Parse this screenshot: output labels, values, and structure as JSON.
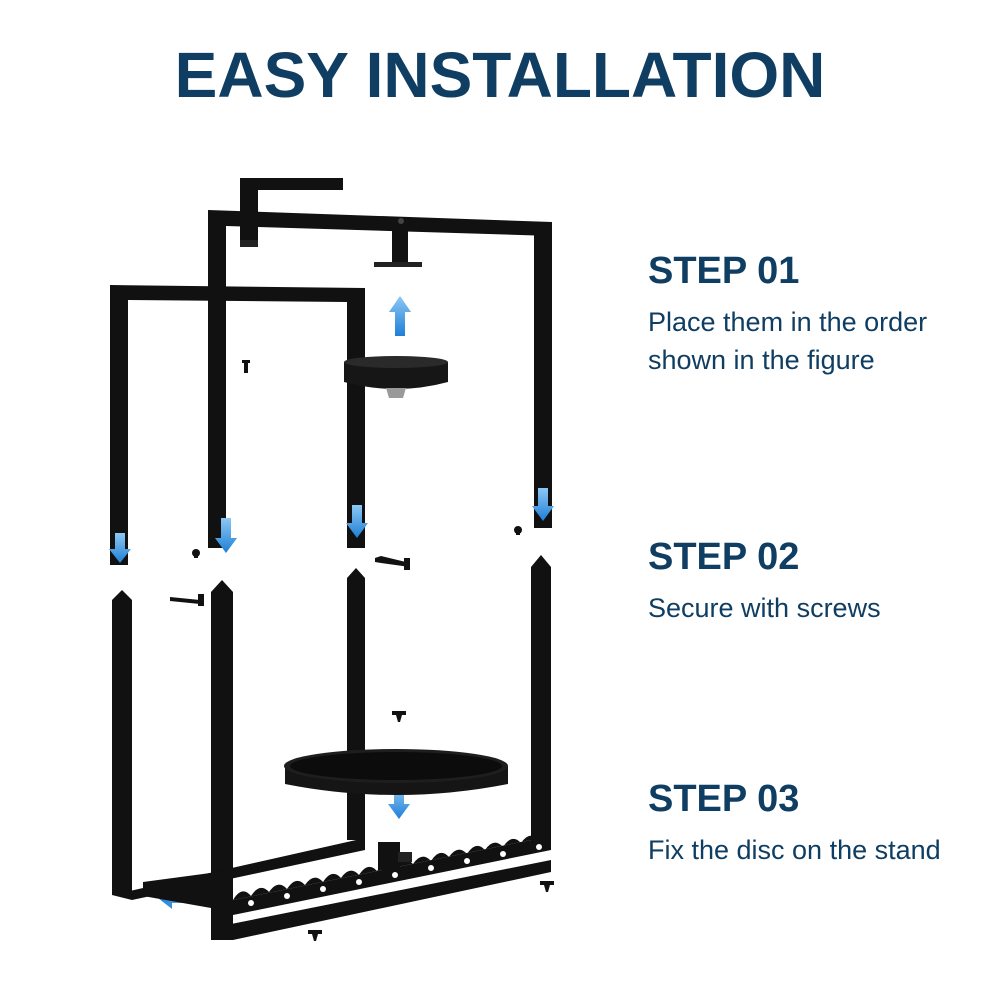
{
  "header": {
    "title": "EASY INSTALLATION"
  },
  "steps": [
    {
      "title": "STEP 01",
      "description_line1": "Place them in the order",
      "description_line2": "shown in the figure"
    },
    {
      "title": "STEP 02",
      "description_line1": "Secure with screws",
      "description_line2": ""
    },
    {
      "title": "STEP 03",
      "description_line1": "Fix the disc on the stand",
      "description_line2": ""
    }
  ],
  "colors": {
    "heading": "#0f3e62",
    "frame": "#111111",
    "arrow": "#2d8fe0"
  }
}
